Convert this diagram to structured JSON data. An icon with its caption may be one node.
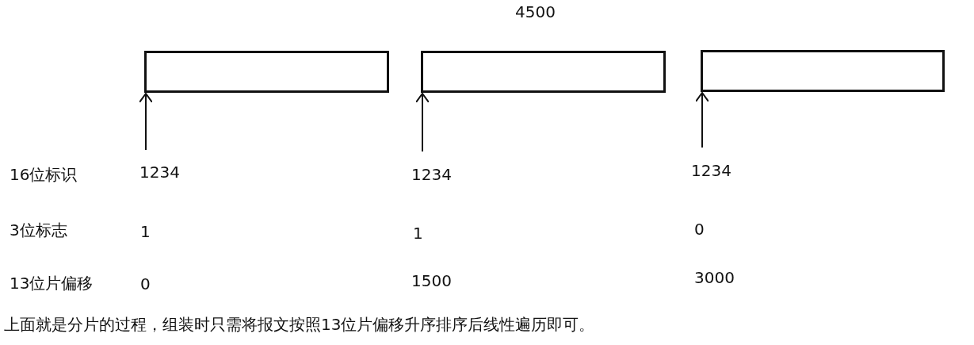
{
  "diagram": {
    "caption": "上面就是分片的过程，组装时只需将报文按照13位片偏移升序排序后线性遍历即可。",
    "nodes": [
      {
        "text": [],
        "shape": "box"
      },
      {
        "text": [],
        "shape": "box"
      },
      {
        "text": [],
        "shape": "box"
      }
    ],
    "edges": [
      {
        "from": null,
        "to": 0,
        "arrow": "to"
      },
      {
        "from": null,
        "to": 1,
        "arrow": "to"
      },
      {
        "from": null,
        "to": 2,
        "arrow": "to"
      }
    ],
    "labels": [
      "4500",
      "16位标识",
      "1234",
      "1234",
      "1234",
      "3位标志",
      "1",
      "1",
      "0",
      "13位片偏移",
      "0",
      "1500",
      "3000"
    ]
  }
}
